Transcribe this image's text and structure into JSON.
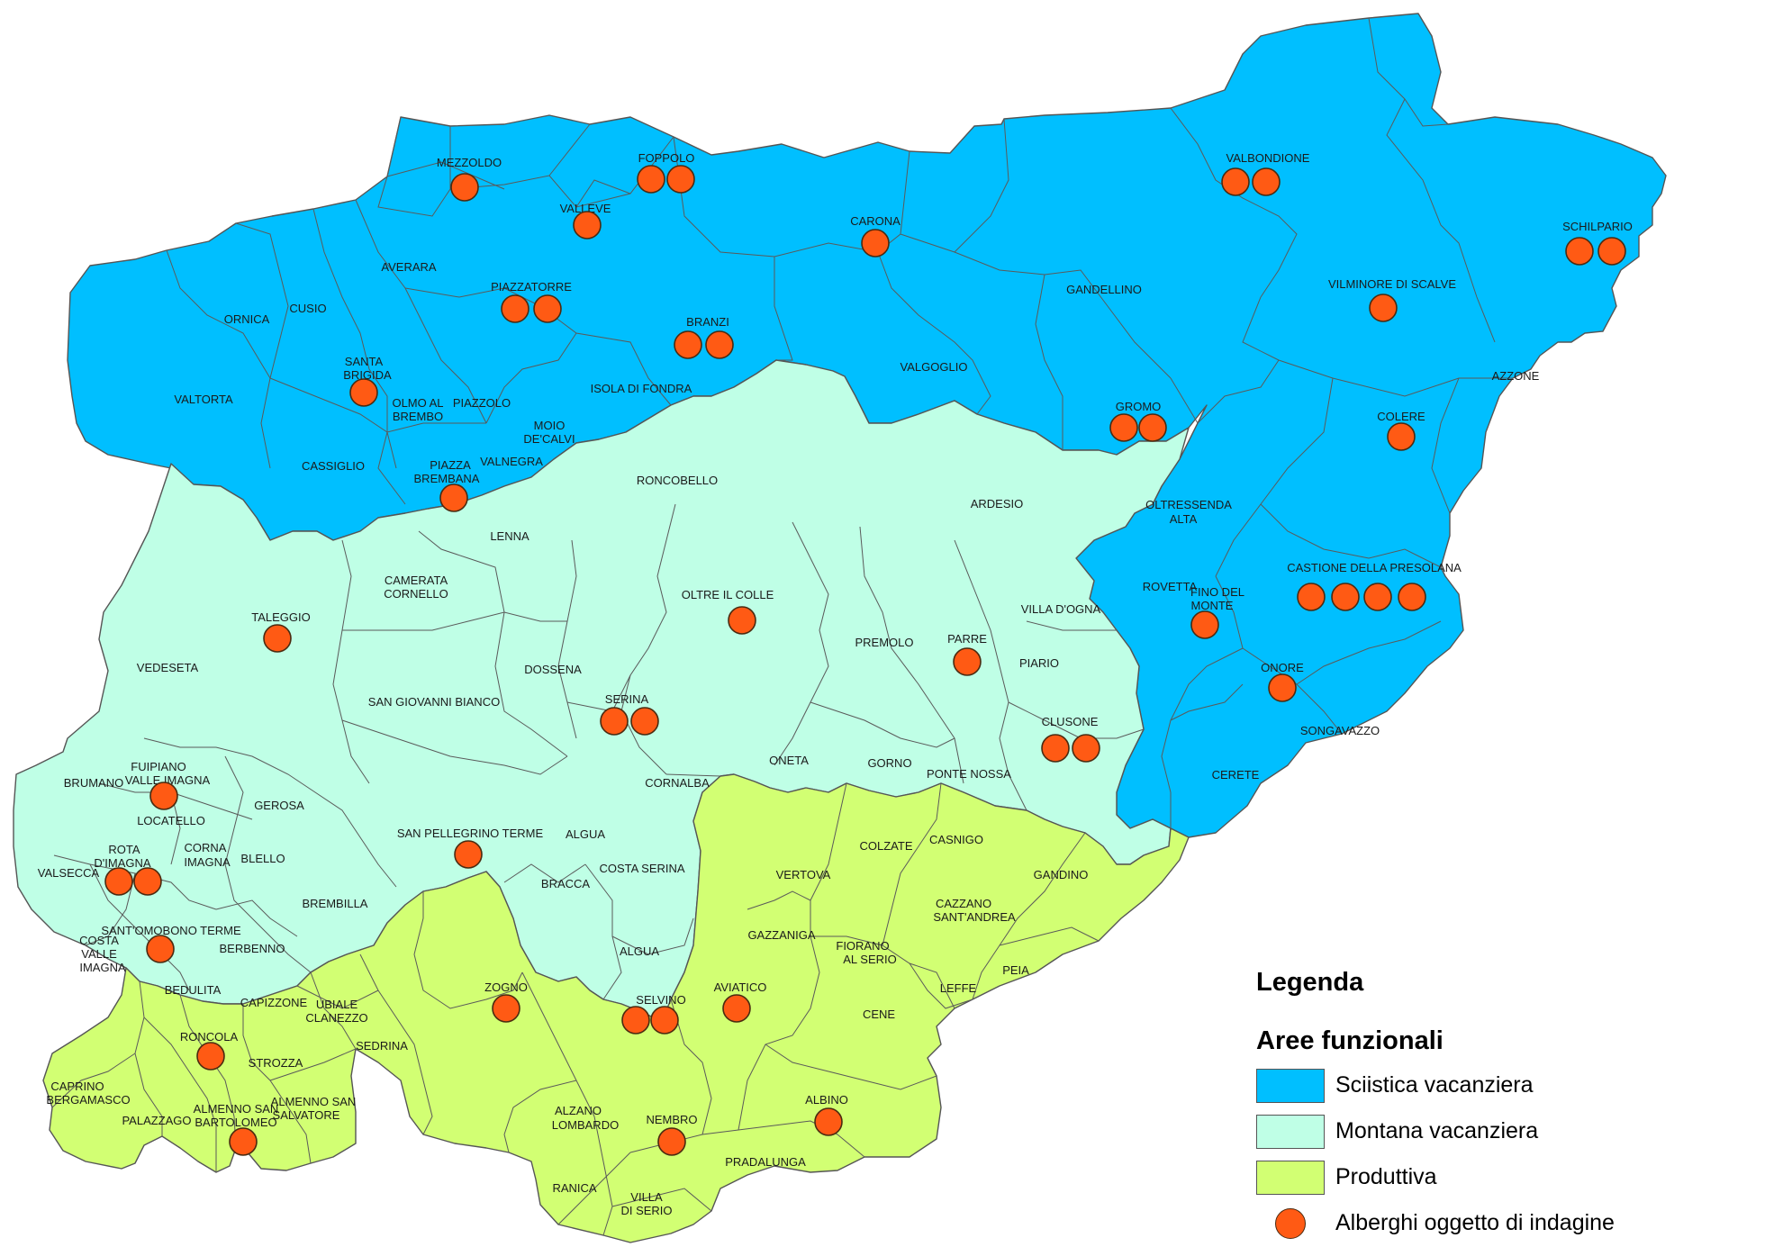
{
  "legend": {
    "title": "Legenda",
    "subtitle": "Aree funzionali",
    "items": [
      {
        "label": "Sciistica vacanziera",
        "color": "#00bfff"
      },
      {
        "label": "Montana vacanziera",
        "color": "#bfffe6"
      },
      {
        "label": "Produttiva",
        "color": "#d2ff73"
      },
      {
        "label": "Alberghi oggetto di indagine",
        "color": "#ff5a14"
      }
    ]
  },
  "municipalities": [
    {
      "label": "MEZZOLDO"
    },
    {
      "label": "FOPPOLO"
    },
    {
      "label": "VALLEVE"
    },
    {
      "label": "CARONA"
    },
    {
      "label": "VALBONDIONE"
    },
    {
      "label": "SCHILPARIO"
    },
    {
      "label": "AVERARA"
    },
    {
      "label": "CUSIO"
    },
    {
      "label": "ORNICA"
    },
    {
      "label": "PIAZZATORRE"
    },
    {
      "label": "BRANZI"
    },
    {
      "label": "GANDELLINO"
    },
    {
      "label": "VILMINORE DI SCALVE"
    },
    {
      "label": "SANTA"
    },
    {
      "label": "BRIGIDA"
    },
    {
      "label": "VALTORTA"
    },
    {
      "label": "OLMO AL"
    },
    {
      "label": "BREMBO"
    },
    {
      "label": "PIAZZOLO"
    },
    {
      "label": "ISOLA DI FONDRA"
    },
    {
      "label": "VALGOGLIO"
    },
    {
      "label": "AZZONE"
    },
    {
      "label": "MOIO"
    },
    {
      "label": "DE'CALVI"
    },
    {
      "label": "GROMO"
    },
    {
      "label": "COLERE"
    },
    {
      "label": "CASSIGLIO"
    },
    {
      "label": "VALNEGRA"
    },
    {
      "label": "PIAZZA"
    },
    {
      "label": "BREMBANA"
    },
    {
      "label": "RONCOBELLO"
    },
    {
      "label": "ARDESIO"
    },
    {
      "label": "OLTRESSENDA"
    },
    {
      "label": "ALTA"
    },
    {
      "label": "LENNA"
    },
    {
      "label": "CASTIONE DELLA PRESOLANA"
    },
    {
      "label": "CAMERATA"
    },
    {
      "label": "CORNELLO"
    },
    {
      "label": "ROVETTA"
    },
    {
      "label": "FINO DEL"
    },
    {
      "label": "MONTE"
    },
    {
      "label": "OLTRE IL COLLE"
    },
    {
      "label": "VILLA D'OGNA"
    },
    {
      "label": "TALEGGIO"
    },
    {
      "label": "PREMOLO"
    },
    {
      "label": "PARRE"
    },
    {
      "label": "VEDESETA"
    },
    {
      "label": "DOSSENA"
    },
    {
      "label": "PIARIO"
    },
    {
      "label": "ONORE"
    },
    {
      "label": "SERINA"
    },
    {
      "label": "SAN GIOVANNI BIANCO"
    },
    {
      "label": "CLUSONE"
    },
    {
      "label": "SONGAVAZZO"
    },
    {
      "label": "FUIPIANO"
    },
    {
      "label": "VALLE IMAGNA"
    },
    {
      "label": "ONETA"
    },
    {
      "label": "GORNO"
    },
    {
      "label": "BRUMANO"
    },
    {
      "label": "CORNALBA"
    },
    {
      "label": "PONTE NOSSA"
    },
    {
      "label": "CERETE"
    },
    {
      "label": "GEROSA"
    },
    {
      "label": "LOCATELLO"
    },
    {
      "label": "ALGUA"
    },
    {
      "label": "SAN PELLEGRINO TERME"
    },
    {
      "label": "COLZATE"
    },
    {
      "label": "CASNIGO"
    },
    {
      "label": "CORNA"
    },
    {
      "label": "IMAGNA"
    },
    {
      "label": "BLELLO"
    },
    {
      "label": "ROTA"
    },
    {
      "label": "D'IMAGNA"
    },
    {
      "label": "COSTA SERINA"
    },
    {
      "label": "VERTOVA"
    },
    {
      "label": "GANDINO"
    },
    {
      "label": "VALSECCA"
    },
    {
      "label": "BRACCA"
    },
    {
      "label": "BREMBILLA"
    },
    {
      "label": "CAZZANO"
    },
    {
      "label": "SANT'ANDREA"
    },
    {
      "label": "SANT'OMOBONO TERME"
    },
    {
      "label": "GAZZANIGA"
    },
    {
      "label": "COSTA"
    },
    {
      "label": "VALLE"
    },
    {
      "label": "BERBENNO"
    },
    {
      "label": "FIORANO"
    },
    {
      "label": "AL SERIO"
    },
    {
      "label": "ALGUA"
    },
    {
      "label": "IMAGNA"
    },
    {
      "label": "PEIA"
    },
    {
      "label": "BEDULITA"
    },
    {
      "label": "ZOGNO"
    },
    {
      "label": "AVIATICO"
    },
    {
      "label": "LEFFE"
    },
    {
      "label": "CAPIZZONE"
    },
    {
      "label": "SELVINO"
    },
    {
      "label": "UBIALE"
    },
    {
      "label": "CLANEZZO"
    },
    {
      "label": "CENE"
    },
    {
      "label": "RONCOLA"
    },
    {
      "label": "SEDRINA"
    },
    {
      "label": "STROZZA"
    },
    {
      "label": "CAPRINO"
    },
    {
      "label": "BERGAMASCO"
    },
    {
      "label": "ALBINO"
    },
    {
      "label": "ALMENNO SAN"
    },
    {
      "label": "ALMENNO SAN"
    },
    {
      "label": "SALVATORE"
    },
    {
      "label": "PALAZZAGO"
    },
    {
      "label": "BARTOLOMEO"
    },
    {
      "label": "ALZANO"
    },
    {
      "label": "LOMBARDO"
    },
    {
      "label": "NEMBRO"
    },
    {
      "label": "PRADALUNGA"
    },
    {
      "label": "RANICA"
    },
    {
      "label": "VILLA"
    },
    {
      "label": "DI SERIO"
    }
  ]
}
